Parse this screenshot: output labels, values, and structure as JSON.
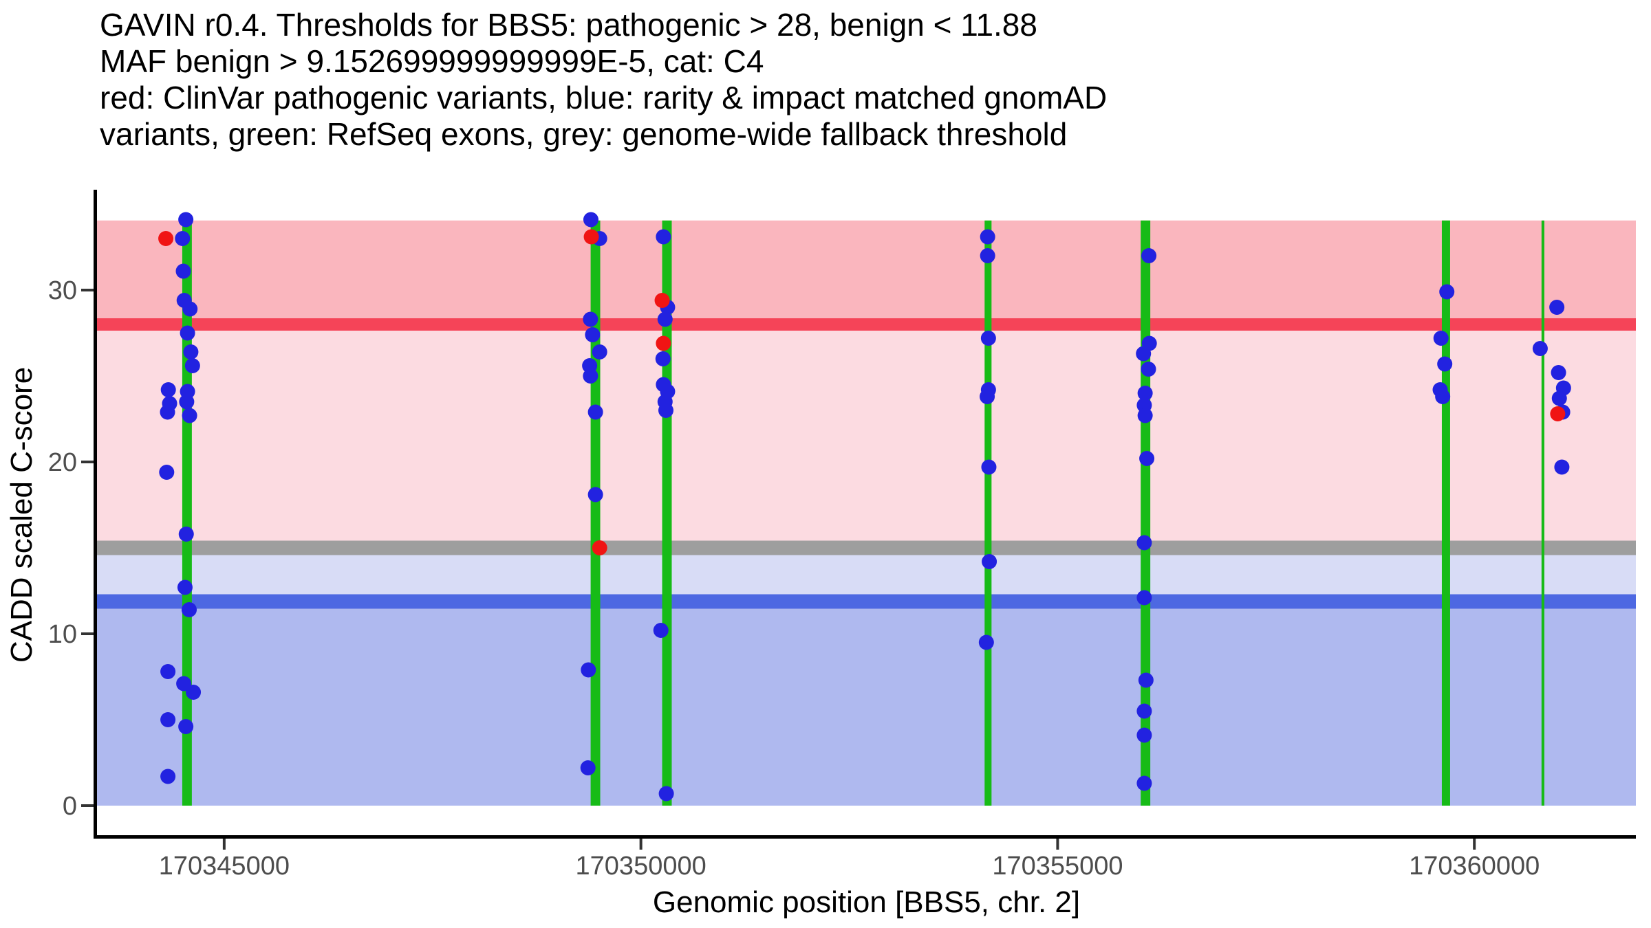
{
  "chart_data": {
    "type": "scatter",
    "title_lines": [
      "GAVIN r0.4. Thresholds for BBS5: pathogenic > 28, benign < 11.88",
      "MAF benign > 9.152699999999999E-5, cat: C4",
      "red: ClinVar pathogenic variants, blue: rarity & impact matched gnomAD",
      "variants, green: RefSeq exons, grey: genome-wide fallback threshold"
    ],
    "xlabel": "Genomic position [BBS5, chr. 2]",
    "ylabel": "CADD scaled C-score",
    "xlim": [
      170343474,
      170361938
    ],
    "ylim": [
      -1.72,
      35.76
    ],
    "x_ticks": [
      170345000,
      170350000,
      170355000,
      170360000
    ],
    "y_ticks": [
      0,
      10,
      20,
      30
    ],
    "grid": false,
    "legend": "none",
    "band_top": 34.05,
    "bands": [
      {
        "name": "pathogenic-zone",
        "from": 28,
        "to": 34.05,
        "color": "#FAB6BE"
      },
      {
        "name": "uncertain-upper",
        "from": 15,
        "to": 28,
        "color": "#FCDBE1"
      },
      {
        "name": "uncertain-lower",
        "from": 11.88,
        "to": 15,
        "color": "#D8DCF6"
      },
      {
        "name": "benign-zone",
        "from": 0,
        "to": 11.88,
        "color": "#AFB9EF"
      }
    ],
    "thresholds": [
      {
        "name": "pathogenic-threshold",
        "value": 28,
        "color": "#F54458",
        "thickness": 18
      },
      {
        "name": "fallback-threshold",
        "value": 15,
        "color": "#9E9E9E",
        "thickness": 21
      },
      {
        "name": "benign-threshold",
        "value": 11.88,
        "color": "#4D68E2",
        "thickness": 21
      }
    ],
    "exons": {
      "name": "RefSeq exons",
      "color": "#17BB17",
      "ranges": [
        [
          170344497,
          170344612
        ],
        [
          170349397,
          170349512
        ],
        [
          170350255,
          170350370
        ],
        [
          170354124,
          170354207
        ],
        [
          170355997,
          170356112
        ],
        [
          170359610,
          170359709
        ],
        [
          170360806,
          170360840
        ]
      ]
    },
    "series": [
      {
        "name": "rarity & impact matched gnomAD variants",
        "color": "#2222E0",
        "points": [
          [
            170344540,
            34.1
          ],
          [
            170344500,
            33.0
          ],
          [
            170344510,
            31.1
          ],
          [
            170344520,
            29.4
          ],
          [
            170344590,
            28.9
          ],
          [
            170344560,
            27.5
          ],
          [
            170344600,
            26.4
          ],
          [
            170344620,
            25.6
          ],
          [
            170344330,
            24.2
          ],
          [
            170344345,
            23.4
          ],
          [
            170344320,
            22.9
          ],
          [
            170344560,
            24.1
          ],
          [
            170344550,
            23.5
          ],
          [
            170344585,
            22.7
          ],
          [
            170344310,
            19.4
          ],
          [
            170344545,
            15.8
          ],
          [
            170344530,
            12.7
          ],
          [
            170344580,
            11.4
          ],
          [
            170344325,
            7.8
          ],
          [
            170344515,
            7.1
          ],
          [
            170344630,
            6.6
          ],
          [
            170344325,
            5.0
          ],
          [
            170344540,
            4.6
          ],
          [
            170344325,
            1.7
          ],
          [
            170349400,
            34.1
          ],
          [
            170349505,
            33.0
          ],
          [
            170349395,
            28.3
          ],
          [
            170349420,
            27.4
          ],
          [
            170349505,
            26.4
          ],
          [
            170349385,
            25.6
          ],
          [
            170349395,
            25.0
          ],
          [
            170349455,
            22.9
          ],
          [
            170349455,
            18.1
          ],
          [
            170349370,
            7.9
          ],
          [
            170349365,
            2.2
          ],
          [
            170350270,
            33.1
          ],
          [
            170350320,
            29.0
          ],
          [
            170350290,
            28.3
          ],
          [
            170350265,
            26.0
          ],
          [
            170350270,
            24.5
          ],
          [
            170350320,
            24.1
          ],
          [
            170350290,
            23.5
          ],
          [
            170350300,
            23.0
          ],
          [
            170350240,
            10.2
          ],
          [
            170350305,
            0.7
          ],
          [
            170354160,
            33.1
          ],
          [
            170354160,
            32.0
          ],
          [
            170354170,
            27.2
          ],
          [
            170354170,
            24.2
          ],
          [
            170354155,
            23.8
          ],
          [
            170354175,
            19.7
          ],
          [
            170354180,
            14.2
          ],
          [
            170354145,
            9.5
          ],
          [
            170356095,
            32.0
          ],
          [
            170356100,
            26.9
          ],
          [
            170356030,
            26.3
          ],
          [
            170356090,
            25.4
          ],
          [
            170356050,
            24.0
          ],
          [
            170356040,
            23.3
          ],
          [
            170356050,
            22.7
          ],
          [
            170356070,
            20.2
          ],
          [
            170356040,
            15.3
          ],
          [
            170356040,
            12.1
          ],
          [
            170356060,
            7.3
          ],
          [
            170356040,
            5.5
          ],
          [
            170356040,
            4.1
          ],
          [
            170356040,
            1.3
          ],
          [
            170359670,
            29.9
          ],
          [
            170359600,
            27.2
          ],
          [
            170359645,
            25.7
          ],
          [
            170359590,
            24.2
          ],
          [
            170359620,
            23.8
          ],
          [
            170360990,
            29.0
          ],
          [
            170360790,
            26.6
          ],
          [
            170361010,
            25.2
          ],
          [
            170361070,
            24.3
          ],
          [
            170361020,
            23.7
          ],
          [
            170361060,
            22.9
          ],
          [
            170361050,
            19.7
          ]
        ]
      },
      {
        "name": "ClinVar pathogenic variants",
        "color": "#F01414",
        "points": [
          [
            170344300,
            33.0
          ],
          [
            170349405,
            33.1
          ],
          [
            170349505,
            15.0
          ],
          [
            170350255,
            29.4
          ],
          [
            170350270,
            26.9
          ],
          [
            170361000,
            22.8
          ]
        ]
      }
    ],
    "axis": {
      "tick_label_color": "#4d4d4d",
      "tick_mark_color": "#333333",
      "axis_line_color": "#000000"
    }
  }
}
